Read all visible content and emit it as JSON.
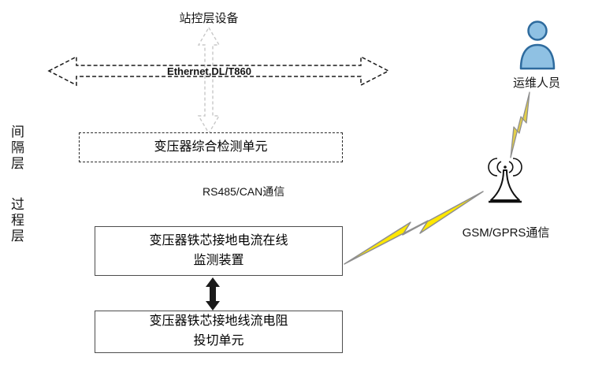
{
  "diagram": {
    "station_layer_label": "站控层设备",
    "ethernet_bus_label": "Ethernet,DL/T860",
    "bay_layer_label": "间隔层",
    "process_layer_label": "过程层",
    "detection_unit_label": "变压器综合检测单元",
    "rs485_label": "RS485/CAN通信",
    "monitor_box_line1": "变压器铁芯接地电流在线",
    "monitor_box_line2": "监测装置",
    "switch_box_line1": "变压器铁芯接地线流电阻",
    "switch_box_line2": "投切单元",
    "gsm_label": "GSM/GPRS通信",
    "person_label": "运维人员"
  },
  "colors": {
    "bolt_fill": "#ffe800",
    "bolt_stroke": "#8f8f8f",
    "small_bolt_fill": "#e3cf4a",
    "person_fill": "#8fc1e3",
    "person_stroke": "#2e6b9e",
    "arrow_gray": "#c8c8c8",
    "line_black": "#1a1a1a"
  }
}
